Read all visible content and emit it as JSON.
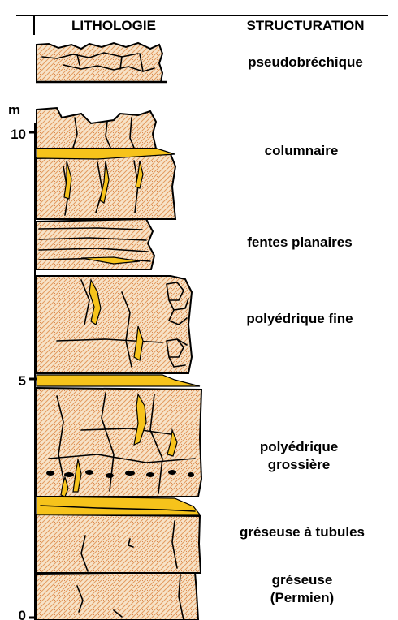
{
  "header": {
    "col1": "LITHOLOGIE",
    "col2": "STRUCTURATION"
  },
  "axis": {
    "unit": "m",
    "ticks": [
      "10",
      "5",
      "0"
    ]
  },
  "layers": [
    {
      "label": "pseudobréchique"
    },
    {
      "label": "columnaire"
    },
    {
      "label": "fentes planaires"
    },
    {
      "label": "polyédrique fine"
    },
    {
      "label": "polyédrique"
    },
    {
      "label": "grossière"
    },
    {
      "label": "gréseuse à tubules"
    },
    {
      "label": "gréseuse"
    },
    {
      "label": "(Permien)"
    }
  ],
  "colors": {
    "rock_fill": "#f7e3c8",
    "rock_pattern": "#e39a5e",
    "clay_fill": "#f6c31b",
    "outline": "#000000"
  }
}
